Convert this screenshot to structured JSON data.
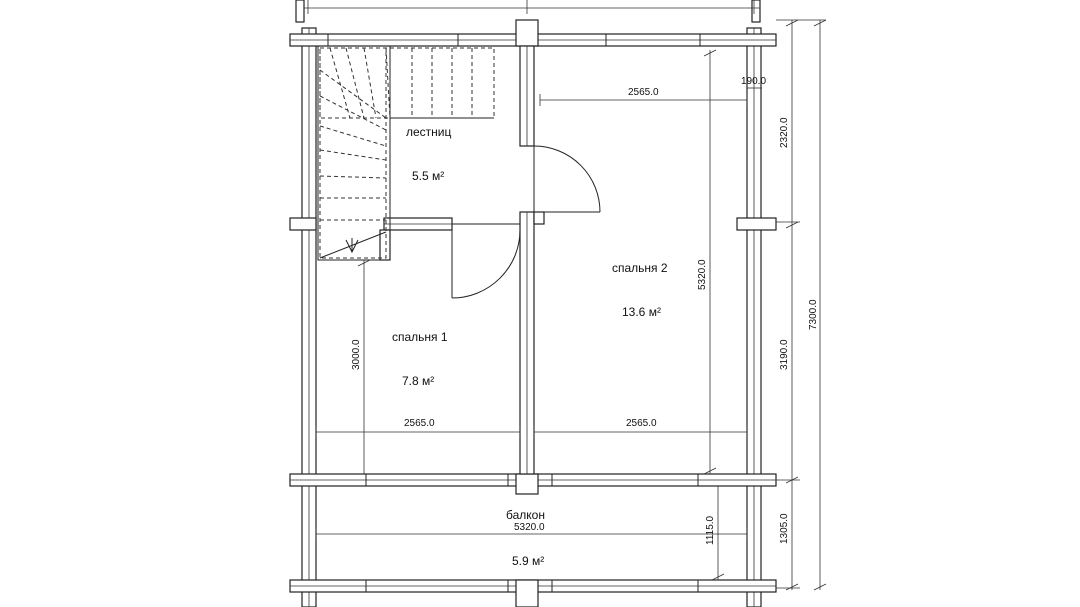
{
  "rooms": {
    "stairs": {
      "name": "лестниц",
      "area": "5.5 м²"
    },
    "bedroom1": {
      "name": "спальня 1",
      "area": "7.8 м²"
    },
    "bedroom2": {
      "name": "спальня 2",
      "area": "13.6 м²"
    },
    "balcony": {
      "name": "балкон",
      "area": "5.9 м²"
    }
  },
  "dimensions": {
    "bedroom2_top_width": "2565.0",
    "wall_thickness": "190.0",
    "right_upper": "2320.0",
    "right_lower": "3190.0",
    "total_height": "7300.0",
    "bedroom2_height": "5320.0",
    "bedroom1_height": "3000.0",
    "bedroom1_width": "2565.0",
    "bedroom2_bottom_width": "2565.0",
    "balcony_width": "5320.0",
    "balcony_inner_depth": "1115.0",
    "balcony_depth": "1305.0"
  }
}
